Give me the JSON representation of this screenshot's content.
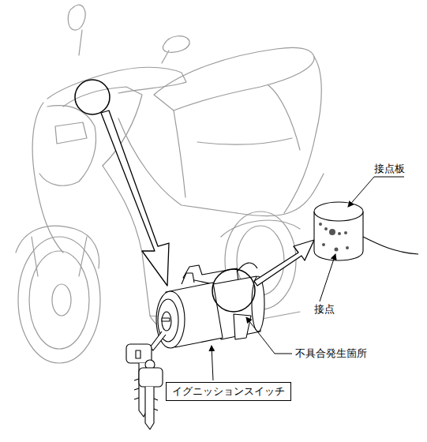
{
  "diagram": {
    "nodes": [
      {
        "text": [
          "イグニッションスイッチ"
        ]
      }
    ],
    "labels": [
      "接点板",
      "接点",
      "不具合発生箇所"
    ]
  }
}
